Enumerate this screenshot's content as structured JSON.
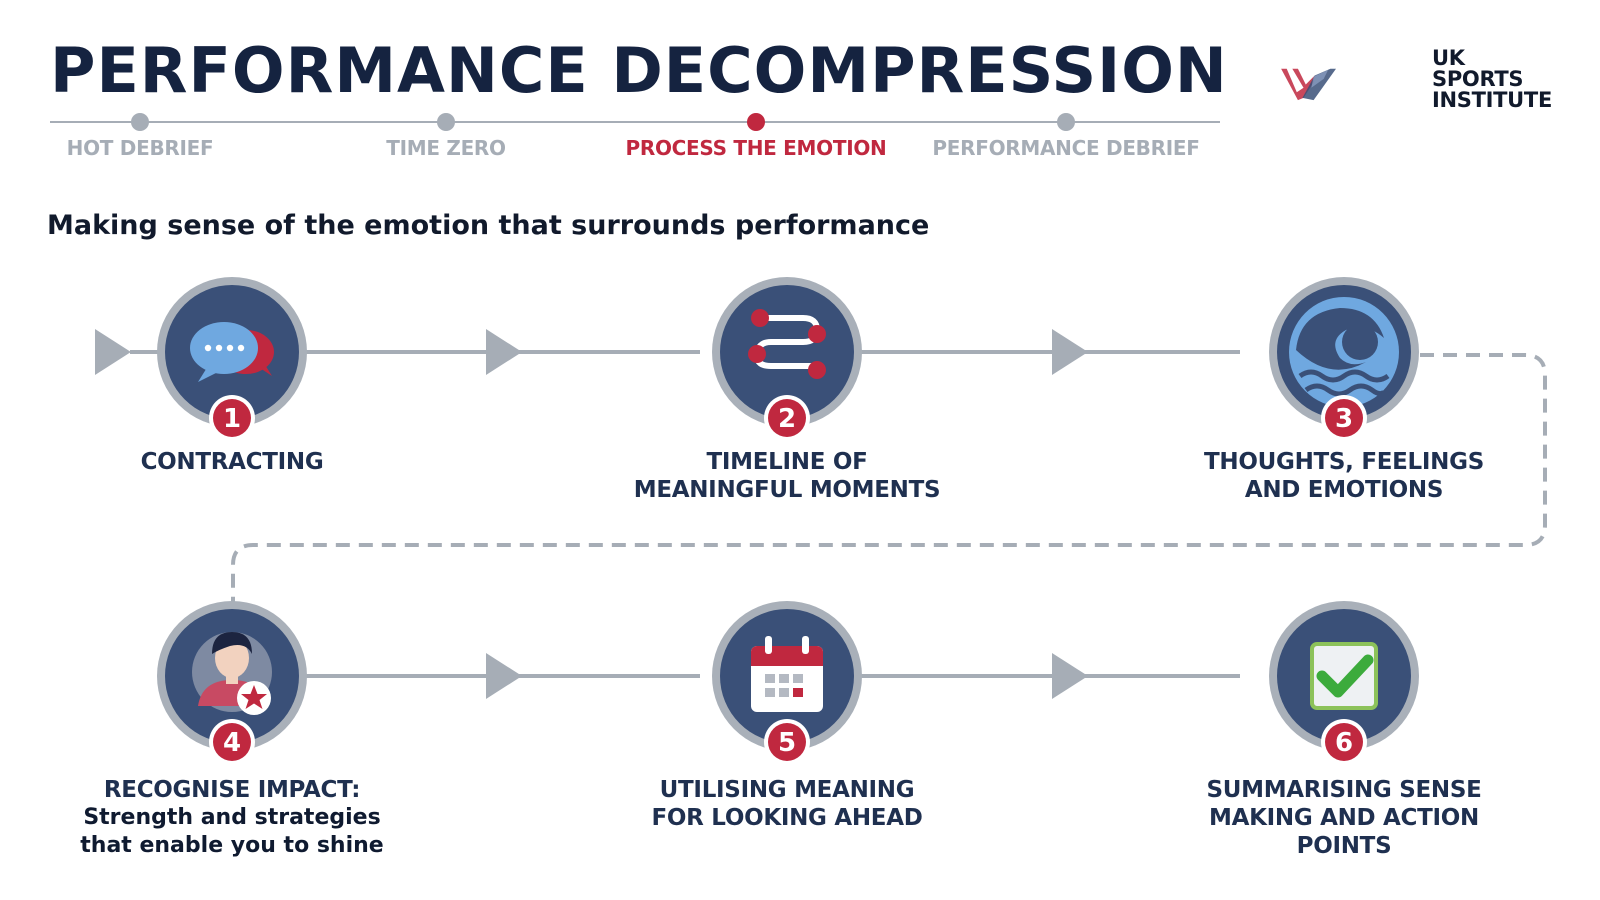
{
  "title": "PERFORMANCE DECOMPRESSION",
  "subtitle": "Making sense of the emotion that surrounds performance",
  "logo": {
    "line1": "UK",
    "line2": "SPORTS",
    "line3": "INSTITUTE"
  },
  "phases": [
    {
      "label": "HOT DEBRIEF",
      "active": false
    },
    {
      "label": "TIME ZERO",
      "active": false
    },
    {
      "label": "PROCESS THE EMOTION",
      "active": true
    },
    {
      "label": "PERFORMANCE DEBRIEF",
      "active": false
    }
  ],
  "steps": [
    {
      "number": "1",
      "label_lines": [
        "CONTRACTING"
      ],
      "icon": "speech-bubbles-icon"
    },
    {
      "number": "2",
      "label_lines": [
        "TIMELINE OF",
        "MEANINGFUL MOMENTS"
      ],
      "icon": "timeline-path-icon"
    },
    {
      "number": "3",
      "label_lines": [
        "THOUGHTS, FEELINGS",
        "AND EMOTIONS"
      ],
      "icon": "wave-icon"
    },
    {
      "number": "4",
      "label_lines": [
        "RECOGNISE IMPACT:"
      ],
      "sub_lines": [
        "Strength and strategies",
        "that enable you to shine"
      ],
      "icon": "person-star-icon"
    },
    {
      "number": "5",
      "label_lines": [
        "UTILISING MEANING",
        "FOR LOOKING AHEAD"
      ],
      "icon": "calendar-icon"
    },
    {
      "number": "6",
      "label_lines": [
        "SUMMARISING SENSE",
        "MAKING AND ACTION",
        "POINTS"
      ],
      "icon": "checkmark-icon"
    }
  ],
  "colors": {
    "navy": "#3a5078",
    "ring": "#a9b0b9",
    "accent_red": "#c0283f",
    "connector": "#a6adb6",
    "title": "#152340"
  }
}
